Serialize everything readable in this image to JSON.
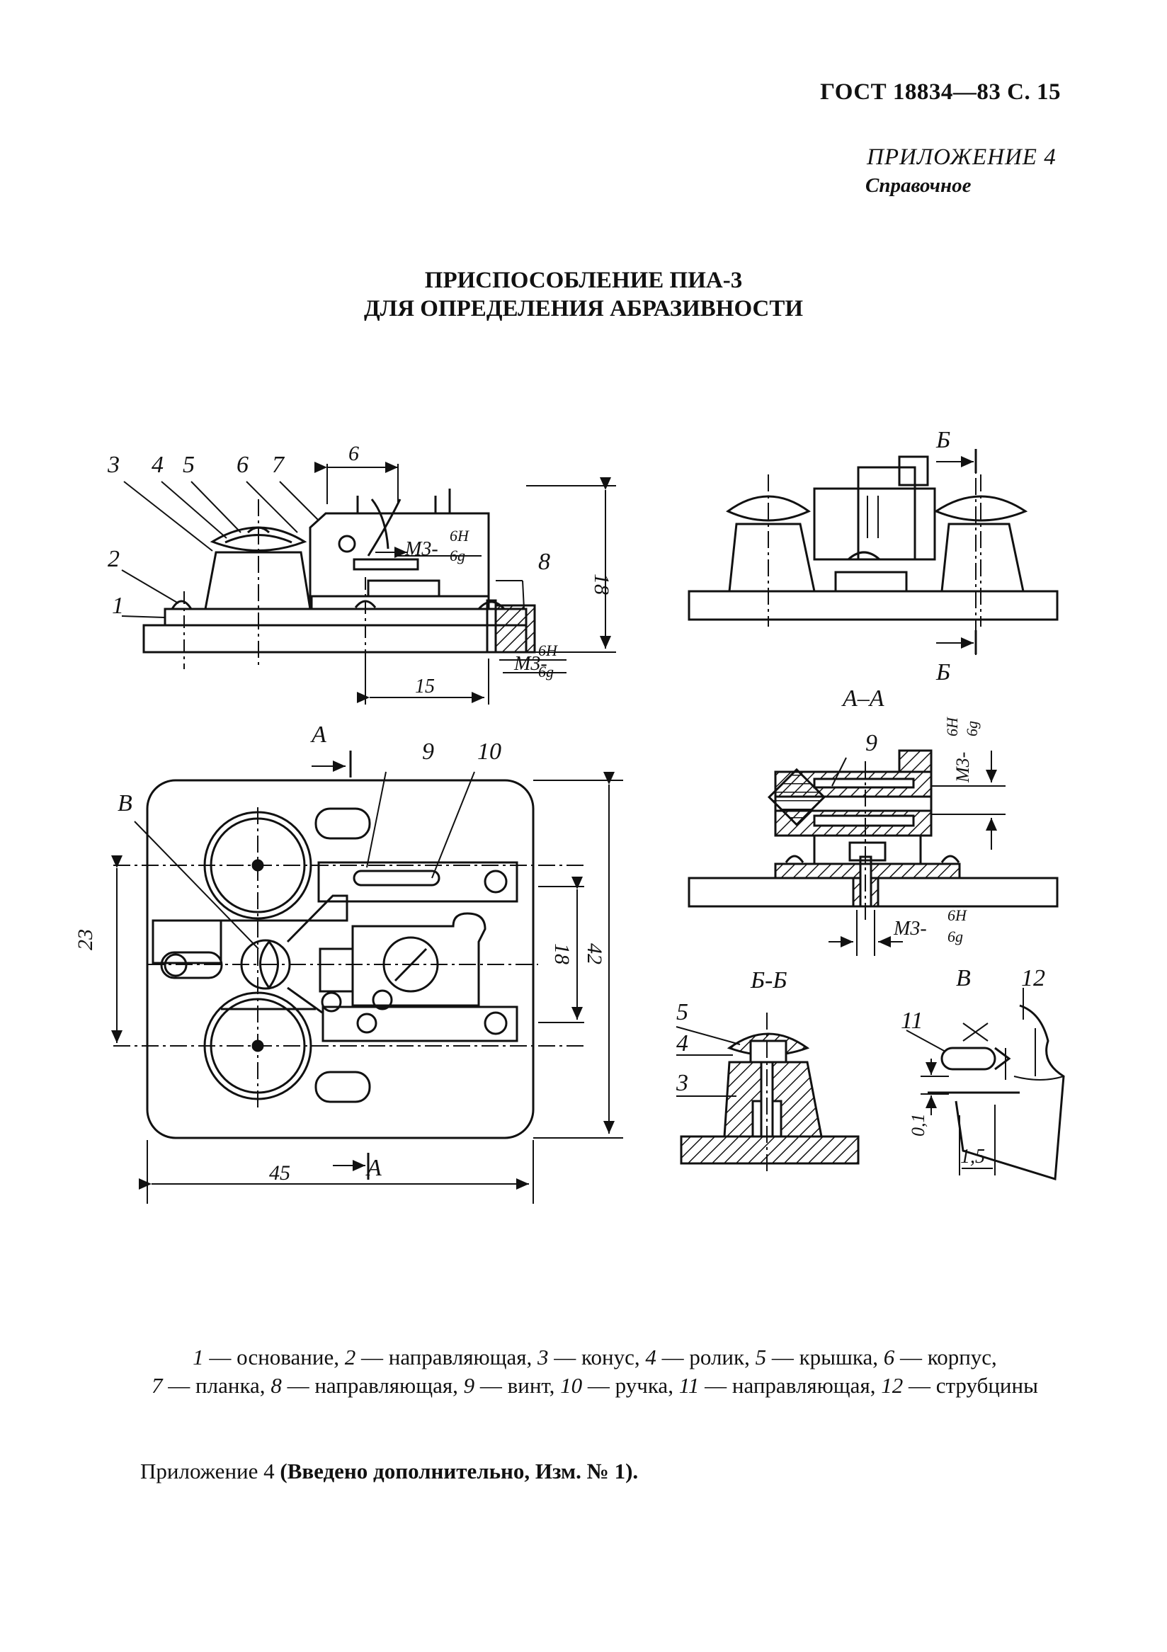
{
  "header": {
    "doc_ref": "ГОСТ 18834—83 С. 15"
  },
  "appendix": {
    "title": "ПРИЛОЖЕНИЕ 4",
    "subtitle": "Справочное"
  },
  "title": {
    "line1": "ПРИСПОСОБЛЕНИЕ ПИА-3",
    "line2": "ДЛЯ ОПРЕДЕЛЕНИЯ АБРАЗИВНОСТИ"
  },
  "drawing": {
    "part_callouts": [
      "1",
      "2",
      "3",
      "4",
      "5",
      "6",
      "7",
      "8",
      "9",
      "10",
      "11",
      "12"
    ],
    "views": {
      "section_aa": "А–А",
      "section_bb": "Б-Б",
      "detail_v": "В"
    },
    "view_markers": {
      "a": "А",
      "b": "Б",
      "v": "В"
    },
    "dimensions": {
      "d6": "6",
      "d15": "15",
      "d18_side": "18",
      "d23": "23",
      "d18_plan": "18",
      "d42": "42",
      "d45": "45",
      "d01": "0,1",
      "d15_detail": "1,5"
    },
    "threads": {
      "m3": "М3-",
      "tol_top": "6Н",
      "tol_bottom": "6g"
    }
  },
  "legend": {
    "items": [
      {
        "num": "1",
        "text": " — основание, "
      },
      {
        "num": "2",
        "text": " — направляющая, "
      },
      {
        "num": "3",
        "text": " — конус, "
      },
      {
        "num": "4",
        "text": " — ролик, "
      },
      {
        "num": "5",
        "text": " — крышка, "
      },
      {
        "num": "6",
        "text": " — корпус, "
      },
      {
        "num": "7",
        "text": " — планка, "
      },
      {
        "num": "8",
        "text": " — направляющая, "
      },
      {
        "num": "9",
        "text": " — винт, "
      },
      {
        "num": "10",
        "text": " — ручка, "
      },
      {
        "num": "11",
        "text": " — направляющая, "
      },
      {
        "num": "12",
        "text": " — струбцины"
      }
    ]
  },
  "note": {
    "prefix": "Приложение 4 ",
    "suffix": "(Введено дополнительно, Изм. № 1)."
  }
}
